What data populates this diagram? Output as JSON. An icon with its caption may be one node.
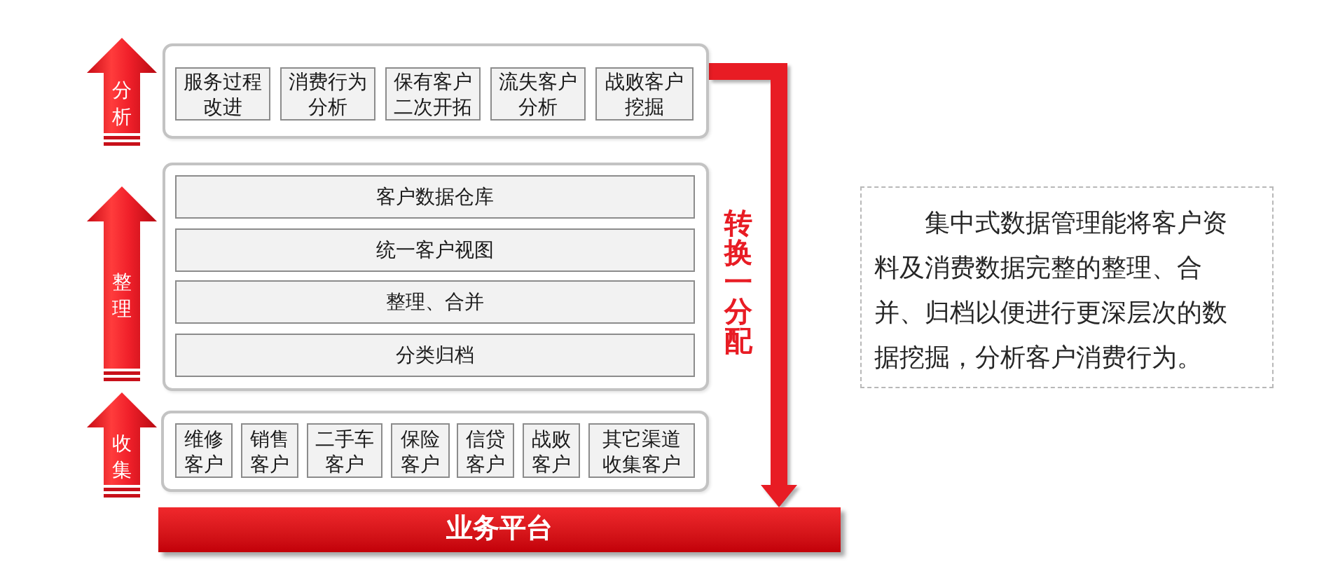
{
  "diagram": {
    "nodes": [
      {
        "text": [
          "分析"
        ]
      },
      {
        "text": [],
        "shape": "box"
      },
      {
        "text": [
          "服务过程改进"
        ],
        "in": 1
      },
      {
        "text": [
          "消费行为分析"
        ],
        "in": 1
      },
      {
        "text": [
          "保有客户二次开拓"
        ],
        "in": 1
      },
      {
        "text": [
          "流失客户分析"
        ],
        "in": 1
      },
      {
        "text": [
          "战败客户挖掘"
        ],
        "in": 1
      },
      {
        "text": [
          "整理"
        ]
      },
      {
        "text": [],
        "shape": "box"
      },
      {
        "text": [
          "客户数据仓库"
        ],
        "in": 8
      },
      {
        "text": [
          "统一客户视图"
        ],
        "in": 8
      },
      {
        "text": [
          "整理、合并"
        ],
        "in": 8
      },
      {
        "text": [
          "分类归档"
        ],
        "in": 8
      },
      {
        "text": [
          "收集"
        ]
      },
      {
        "text": [],
        "shape": "box"
      },
      {
        "text": [
          "维修客户"
        ],
        "in": 14
      },
      {
        "text": [
          "销售客户"
        ],
        "in": 14
      },
      {
        "text": [
          "二手车客户"
        ],
        "in": 14
      },
      {
        "text": [
          "保险客户"
        ],
        "in": 14
      },
      {
        "text": [
          "信贷客户"
        ],
        "in": 14
      },
      {
        "text": [
          "战败客户"
        ],
        "in": 14
      },
      {
        "text": [
          "其它渠道收集客户"
        ],
        "in": 14
      },
      {
        "text": [
          "业务平台"
        ]
      },
      {
        "text": [
          "集中式数据管理能将客户资料及消费数据完整的整理、合并、归档以便进行更深层次的数据挖掘，分析客户消费行为。"
        ]
      }
    ],
    "edges": [
      {
        "from": 1,
        "to": 22,
        "arrow": "to",
        "label": "转换一分配"
      }
    ]
  }
}
